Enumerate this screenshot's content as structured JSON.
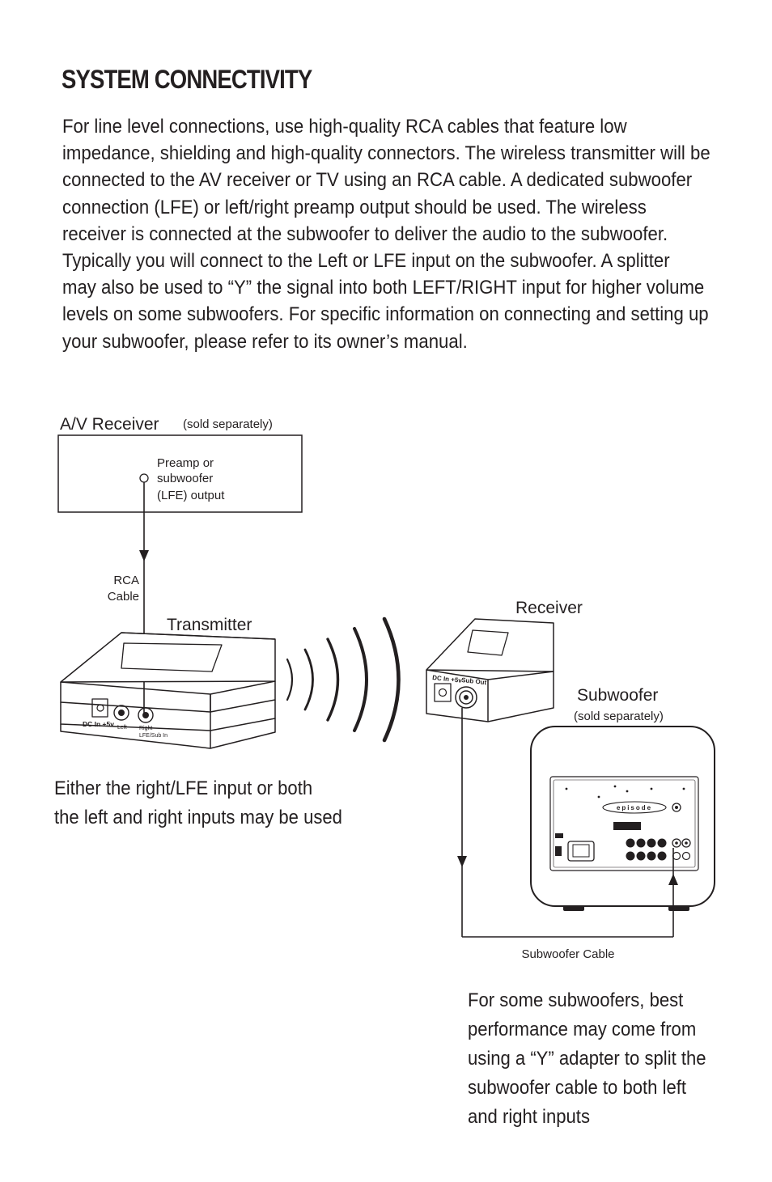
{
  "heading": "SYSTEM CONNECTIVITY",
  "intro_lines": [
    "For line level connections, use high-quality RCA cables that feature low",
    "impedance, shielding and high-quality connectors. The wireless transmitter will be",
    "connected to the AV receiver or TV using an RCA cable. A dedicated subwoofer",
    "connection (LFE) or left/right preamp output should be used. The wireless",
    "receiver is connected at the subwoofer to deliver the audio to the subwoofer.",
    "Typically you will connect to the Left or LFE input on the subwoofer. A splitter",
    "may also be used to “Y” the signal into both LEFT/RIGHT input for higher volume",
    "levels on some subwoofers. For specific information on connecting and setting up",
    "your subwoofer, please refer to its owner’s manual."
  ],
  "diagram": {
    "av_receiver": {
      "title": "A/V Receiver",
      "note": "(sold separately)",
      "output_lines": [
        "Preamp or",
        "subwoofer",
        "(LFE) output"
      ]
    },
    "rca_cable_lines": [
      "RCA",
      "Cable"
    ],
    "transmitter": {
      "title": "Transmitter",
      "dc_label": "DC In +5v",
      "left_label": "Left",
      "right_label_lines": [
        "Right",
        "LFE/Sub In"
      ]
    },
    "receiver": {
      "title": "Receiver",
      "dc_label": "DC In +5v",
      "sub_out_label": "Sub Out"
    },
    "subwoofer": {
      "title": "Subwoofer",
      "note": "(sold separately)",
      "brand": "episode"
    },
    "subwoofer_cable_label": "Subwoofer Cable"
  },
  "caption_left_lines": [
    "Either the right/LFE input or both",
    "the left and right inputs may be used"
  ],
  "caption_right_lines": [
    "For some subwoofers, best",
    "performance may come from",
    "using a “Y” adapter to split the",
    "subwoofer cable to both left",
    "and right inputs"
  ]
}
